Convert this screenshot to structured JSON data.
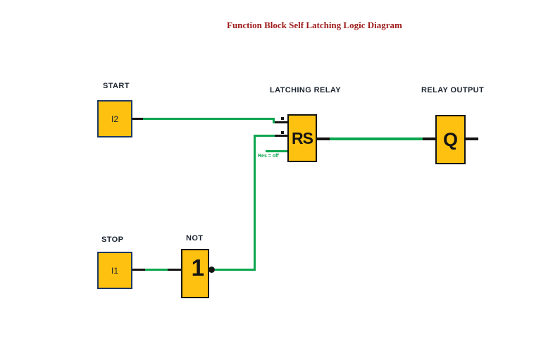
{
  "title": "Function Block Self Latching Logic Diagram",
  "blocks": {
    "start": {
      "caption": "START",
      "label": "I2"
    },
    "stop": {
      "caption": "STOP",
      "label": "I1"
    },
    "not_gate": {
      "caption": "NOT",
      "label": "1"
    },
    "latching_relay": {
      "caption": "LATCHING RELAY",
      "label": "RS"
    },
    "relay_output": {
      "caption": "RELAY OUTPUT",
      "label": "Q"
    }
  },
  "annotations": {
    "rs_reset_state": "Res = off"
  },
  "connections": [
    {
      "from": "I2 (START)",
      "to": "RS set input"
    },
    {
      "from": "I1 (STOP)",
      "to": "NOT input"
    },
    {
      "from": "NOT inverted output",
      "to": "RS reset input"
    },
    {
      "from": "RS output",
      "to": "Q (RELAY OUTPUT)"
    }
  ],
  "colors": {
    "block_fill": "#FFC110",
    "wire_green": "#0CA64F",
    "stub_black": "#141414",
    "io_block_border": "#1F3864",
    "logic_block_border": "#141414",
    "title_red": "#9E1B1B",
    "caption_dark": "#1B2430"
  }
}
